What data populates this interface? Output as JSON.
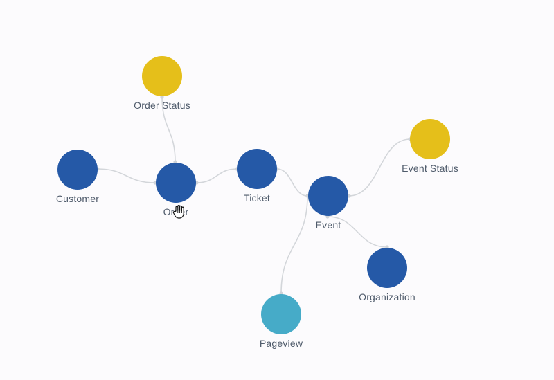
{
  "graph": {
    "colors": {
      "entity": "#2559a7",
      "lookup": "#e5bf1a",
      "event": "#46abc8",
      "edge": "#d3d6da",
      "label": "#4f5b6b"
    },
    "nodes": [
      {
        "id": "order_status",
        "label": "Order Status",
        "kind": "lookup"
      },
      {
        "id": "customer",
        "label": "Customer",
        "kind": "entity"
      },
      {
        "id": "order",
        "label": "Order",
        "kind": "entity"
      },
      {
        "id": "ticket",
        "label": "Ticket",
        "kind": "entity"
      },
      {
        "id": "event",
        "label": "Event",
        "kind": "entity"
      },
      {
        "id": "event_status",
        "label": "Event Status",
        "kind": "lookup"
      },
      {
        "id": "organization",
        "label": "Organization",
        "kind": "entity"
      },
      {
        "id": "pageview",
        "label": "Pageview",
        "kind": "event"
      }
    ],
    "edges": [
      {
        "from": "customer",
        "to": "order"
      },
      {
        "from": "order_status",
        "to": "order"
      },
      {
        "from": "order",
        "to": "ticket"
      },
      {
        "from": "ticket",
        "to": "event"
      },
      {
        "from": "event",
        "to": "event_status"
      },
      {
        "from": "event",
        "to": "organization"
      },
      {
        "from": "pageview",
        "to": "event"
      }
    ]
  },
  "cursor": {
    "icon": "hand-pointer-icon"
  }
}
